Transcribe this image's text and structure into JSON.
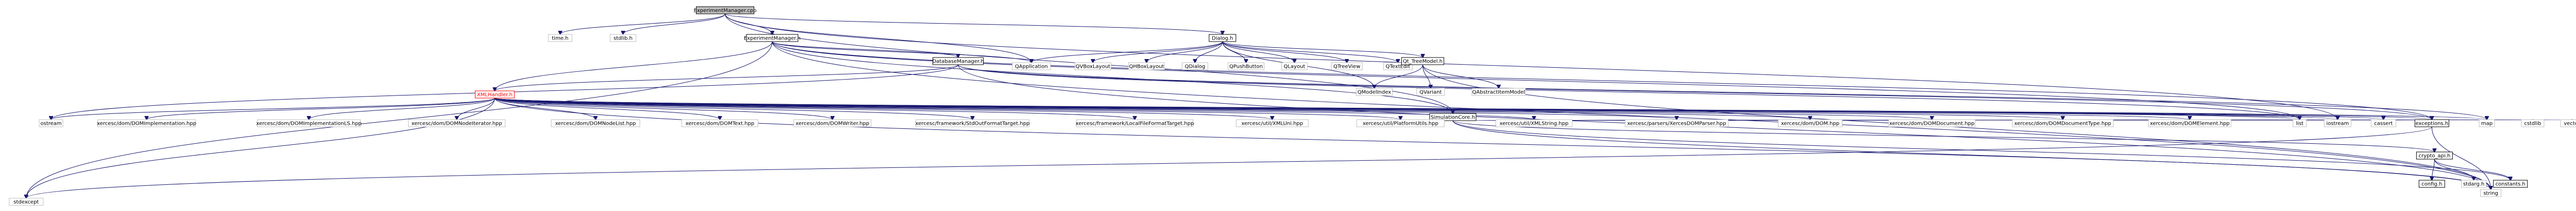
{
  "diagram": {
    "nodes": [
      {
        "id": "root",
        "label": "ExperimentManager.cpp",
        "kind": "root"
      },
      {
        "id": "time",
        "label": "time.h",
        "kind": "plain"
      },
      {
        "id": "stdlib",
        "label": "stdlib.h",
        "kind": "plain"
      },
      {
        "id": "emh",
        "label": "ExperimentManager.h",
        "kind": "link"
      },
      {
        "id": "dialog",
        "label": "Dialog.h",
        "kind": "link"
      },
      {
        "id": "qapp",
        "label": "QApplication",
        "kind": "plain"
      },
      {
        "id": "qvbox",
        "label": "QVBoxLayout",
        "kind": "plain"
      },
      {
        "id": "qhbox",
        "label": "QHBoxLayout",
        "kind": "plain"
      },
      {
        "id": "qdialog",
        "label": "QDialog",
        "kind": "plain"
      },
      {
        "id": "qpush",
        "label": "QPushButton",
        "kind": "plain"
      },
      {
        "id": "qlayout",
        "label": "QLayout",
        "kind": "plain"
      },
      {
        "id": "qtreeview",
        "label": "QTreeView",
        "kind": "plain"
      },
      {
        "id": "qtextedit",
        "label": "QTextEdit",
        "kind": "plain"
      },
      {
        "id": "qttree",
        "label": "Qt_TreeModel.h",
        "kind": "link"
      },
      {
        "id": "dbm",
        "label": "DatabaseManager.h",
        "kind": "link"
      },
      {
        "id": "qmodelindex",
        "label": "QModelIndex",
        "kind": "plain"
      },
      {
        "id": "qvariant",
        "label": "QVariant",
        "kind": "plain"
      },
      {
        "id": "qabsitem",
        "label": "QAbstractItemModel",
        "kind": "plain"
      },
      {
        "id": "xmlh",
        "label": "XMLHandler.h",
        "kind": "red"
      },
      {
        "id": "simcore",
        "label": "SimulationCore.h",
        "kind": "link"
      },
      {
        "id": "ostream",
        "label": "ostream",
        "kind": "plain"
      },
      {
        "id": "dom_impl",
        "label": "xercesc/dom/DOMImplementation.hpp",
        "kind": "plain"
      },
      {
        "id": "dom_impl_ls",
        "label": "xercesc/dom/DOMImplementationLS.hpp",
        "kind": "plain"
      },
      {
        "id": "dom_node_it",
        "label": "xercesc/dom/DOMNodeIterator.hpp",
        "kind": "plain"
      },
      {
        "id": "dom_node_list",
        "label": "xercesc/dom/DOMNodeList.hpp",
        "kind": "plain"
      },
      {
        "id": "dom_text",
        "label": "xercesc/dom/DOMText.hpp",
        "kind": "plain"
      },
      {
        "id": "dom_writer",
        "label": "xercesc/dom/DOMWriter.hpp",
        "kind": "plain"
      },
      {
        "id": "stdout_target",
        "label": "xercesc/framework/StdOutFormatTarget.hpp",
        "kind": "plain"
      },
      {
        "id": "localfile_target",
        "label": "xercesc/framework/LocalFileFormatTarget.hpp",
        "kind": "plain"
      },
      {
        "id": "xmluni",
        "label": "xercesc/util/XMLUni.hpp",
        "kind": "plain"
      },
      {
        "id": "platform",
        "label": "xercesc/util/PlatformUtils.hpp",
        "kind": "plain"
      },
      {
        "id": "xmlstring",
        "label": "xercesc/util/XMLString.hpp",
        "kind": "plain"
      },
      {
        "id": "domparser",
        "label": "xercesc/parsers/XercesDOMParser.hpp",
        "kind": "plain"
      },
      {
        "id": "dom",
        "label": "xercesc/dom/DOM.hpp",
        "kind": "plain"
      },
      {
        "id": "dom_doc",
        "label": "xercesc/dom/DOMDocument.hpp",
        "kind": "plain"
      },
      {
        "id": "dom_doctype",
        "label": "xercesc/dom/DOMDocumentType.hpp",
        "kind": "plain"
      },
      {
        "id": "dom_elem",
        "label": "xercesc/dom/DOMElement.hpp",
        "kind": "plain"
      },
      {
        "id": "list",
        "label": "list",
        "kind": "plain"
      },
      {
        "id": "iostream",
        "label": "iostream",
        "kind": "plain"
      },
      {
        "id": "cassert",
        "label": "cassert",
        "kind": "plain"
      },
      {
        "id": "exceptions",
        "label": "exceptions.h",
        "kind": "link"
      },
      {
        "id": "map",
        "label": "map",
        "kind": "plain"
      },
      {
        "id": "cstdlib",
        "label": "cstdlib",
        "kind": "plain"
      },
      {
        "id": "vector",
        "label": "vector",
        "kind": "plain"
      },
      {
        "id": "crypto",
        "label": "crypto_api.h",
        "kind": "link"
      },
      {
        "id": "config",
        "label": "config.h",
        "kind": "link"
      },
      {
        "id": "stdarg",
        "label": "stdarg.h",
        "kind": "plain"
      },
      {
        "id": "constants",
        "label": "constants.h",
        "kind": "link"
      },
      {
        "id": "stdexcept",
        "label": "stdexcept",
        "kind": "plain"
      },
      {
        "id": "string",
        "label": "string",
        "kind": "plain"
      }
    ],
    "edges": [
      [
        "root",
        "time"
      ],
      [
        "root",
        "stdlib"
      ],
      [
        "root",
        "emh"
      ],
      [
        "root",
        "dialog"
      ],
      [
        "root",
        "qapp"
      ],
      [
        "root",
        "simcore"
      ],
      [
        "root",
        "iostream"
      ],
      [
        "emh",
        "qapp"
      ],
      [
        "emh",
        "dbm"
      ],
      [
        "emh",
        "xmlh"
      ],
      [
        "emh",
        "simcore"
      ],
      [
        "emh",
        "list"
      ],
      [
        "emh",
        "stdexcept"
      ],
      [
        "emh",
        "string"
      ],
      [
        "emh",
        "exceptions"
      ],
      [
        "dialog",
        "qapp"
      ],
      [
        "dialog",
        "qvbox"
      ],
      [
        "dialog",
        "qhbox"
      ],
      [
        "dialog",
        "qdialog"
      ],
      [
        "dialog",
        "qpush"
      ],
      [
        "dialog",
        "qlayout"
      ],
      [
        "dialog",
        "qtreeview"
      ],
      [
        "dialog",
        "qtextedit"
      ],
      [
        "dialog",
        "qttree"
      ],
      [
        "dialog",
        "qmodelindex"
      ],
      [
        "qttree",
        "qmodelindex"
      ],
      [
        "qttree",
        "qvariant"
      ],
      [
        "qttree",
        "qabsitem"
      ],
      [
        "qttree",
        "string"
      ],
      [
        "dbm",
        "xmlh"
      ],
      [
        "dbm",
        "list"
      ],
      [
        "dbm",
        "map"
      ],
      [
        "dbm",
        "string"
      ],
      [
        "dbm",
        "exceptions"
      ],
      [
        "dbm",
        "ostream"
      ],
      [
        "xmlh",
        "ostream"
      ],
      [
        "xmlh",
        "dom_impl"
      ],
      [
        "xmlh",
        "dom_impl_ls"
      ],
      [
        "xmlh",
        "dom_node_it"
      ],
      [
        "xmlh",
        "dom_node_list"
      ],
      [
        "xmlh",
        "dom_text"
      ],
      [
        "xmlh",
        "dom_writer"
      ],
      [
        "xmlh",
        "stdout_target"
      ],
      [
        "xmlh",
        "localfile_target"
      ],
      [
        "xmlh",
        "xmluni"
      ],
      [
        "xmlh",
        "platform"
      ],
      [
        "xmlh",
        "xmlstring"
      ],
      [
        "xmlh",
        "domparser"
      ],
      [
        "xmlh",
        "dom"
      ],
      [
        "xmlh",
        "dom_doc"
      ],
      [
        "xmlh",
        "dom_doctype"
      ],
      [
        "xmlh",
        "dom_elem"
      ],
      [
        "xmlh",
        "list"
      ],
      [
        "xmlh",
        "iostream"
      ],
      [
        "xmlh",
        "cassert"
      ],
      [
        "xmlh",
        "exceptions"
      ],
      [
        "xmlh",
        "map"
      ],
      [
        "xmlh",
        "stdexcept"
      ],
      [
        "xmlh",
        "string"
      ],
      [
        "simcore",
        "list"
      ],
      [
        "simcore",
        "cassert"
      ],
      [
        "simcore",
        "map"
      ],
      [
        "simcore",
        "cstdlib"
      ],
      [
        "simcore",
        "vector"
      ],
      [
        "simcore",
        "crypto"
      ],
      [
        "simcore",
        "constants"
      ],
      [
        "simcore",
        "string"
      ],
      [
        "crypto",
        "config"
      ],
      [
        "crypto",
        "stdarg"
      ],
      [
        "crypto",
        "constants"
      ],
      [
        "exceptions",
        "string"
      ],
      [
        "exceptions",
        "stdexcept"
      ]
    ]
  }
}
